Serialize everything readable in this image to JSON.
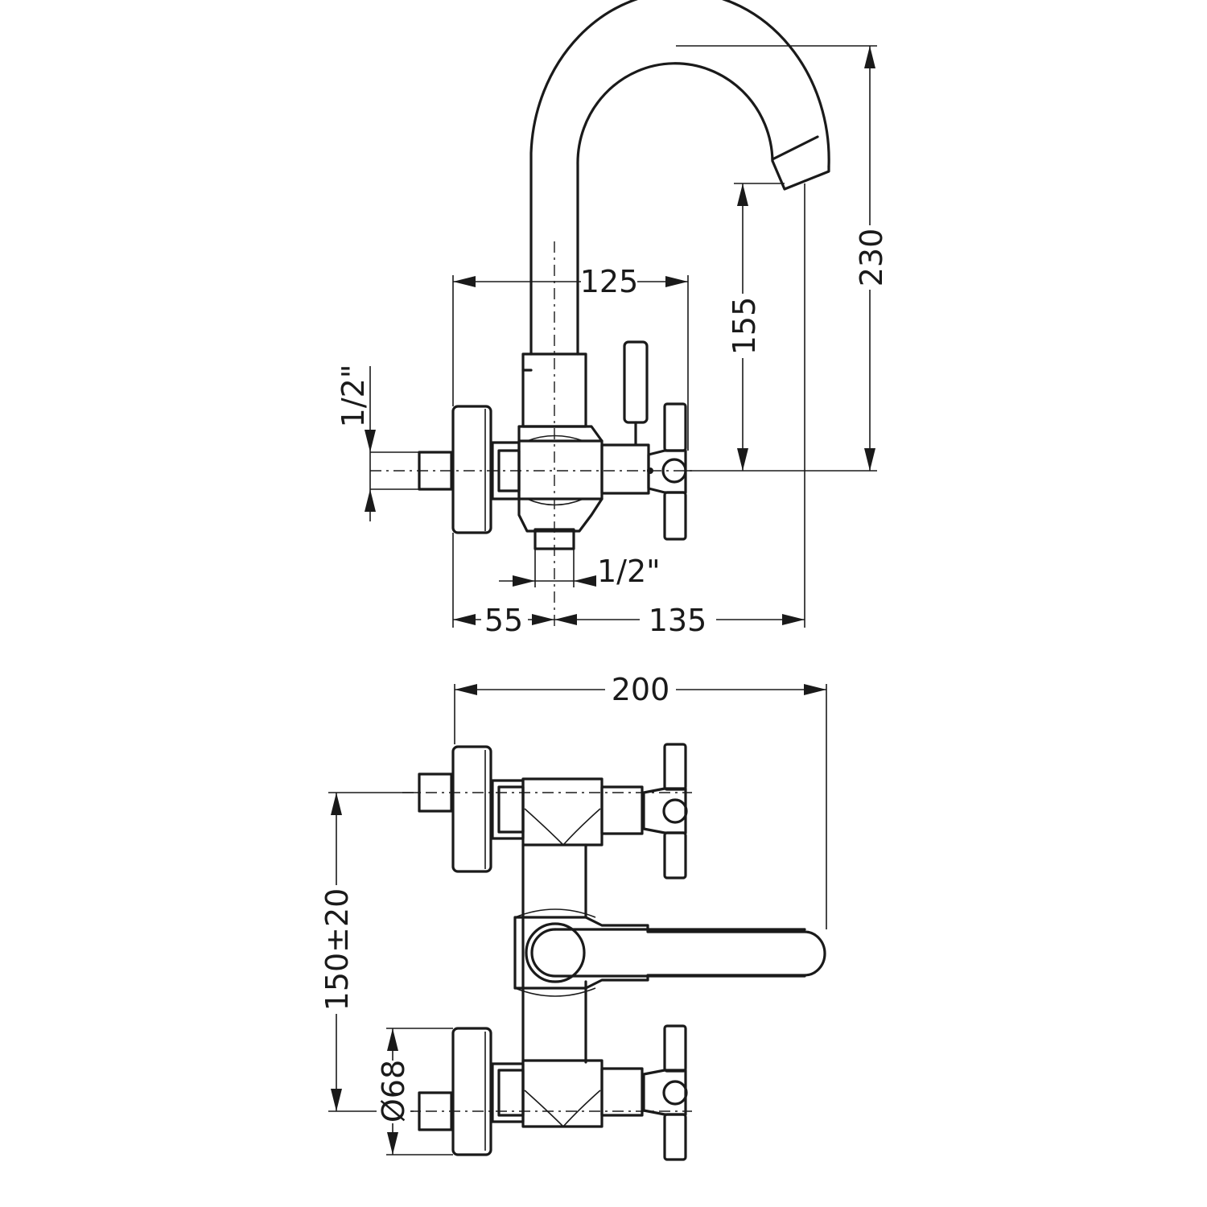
{
  "dimensions": {
    "d_230": "230",
    "d_155": "155",
    "d_125": "125",
    "d_half_inch_left": "1/2\"",
    "d_half_inch_bottom": "1/2\"",
    "d_55": "55",
    "d_135": "135",
    "d_200": "200",
    "d_150": "150±20",
    "d_68": "Ø68"
  },
  "colors": {
    "line": "#1a1a1a",
    "background": "#ffffff"
  }
}
